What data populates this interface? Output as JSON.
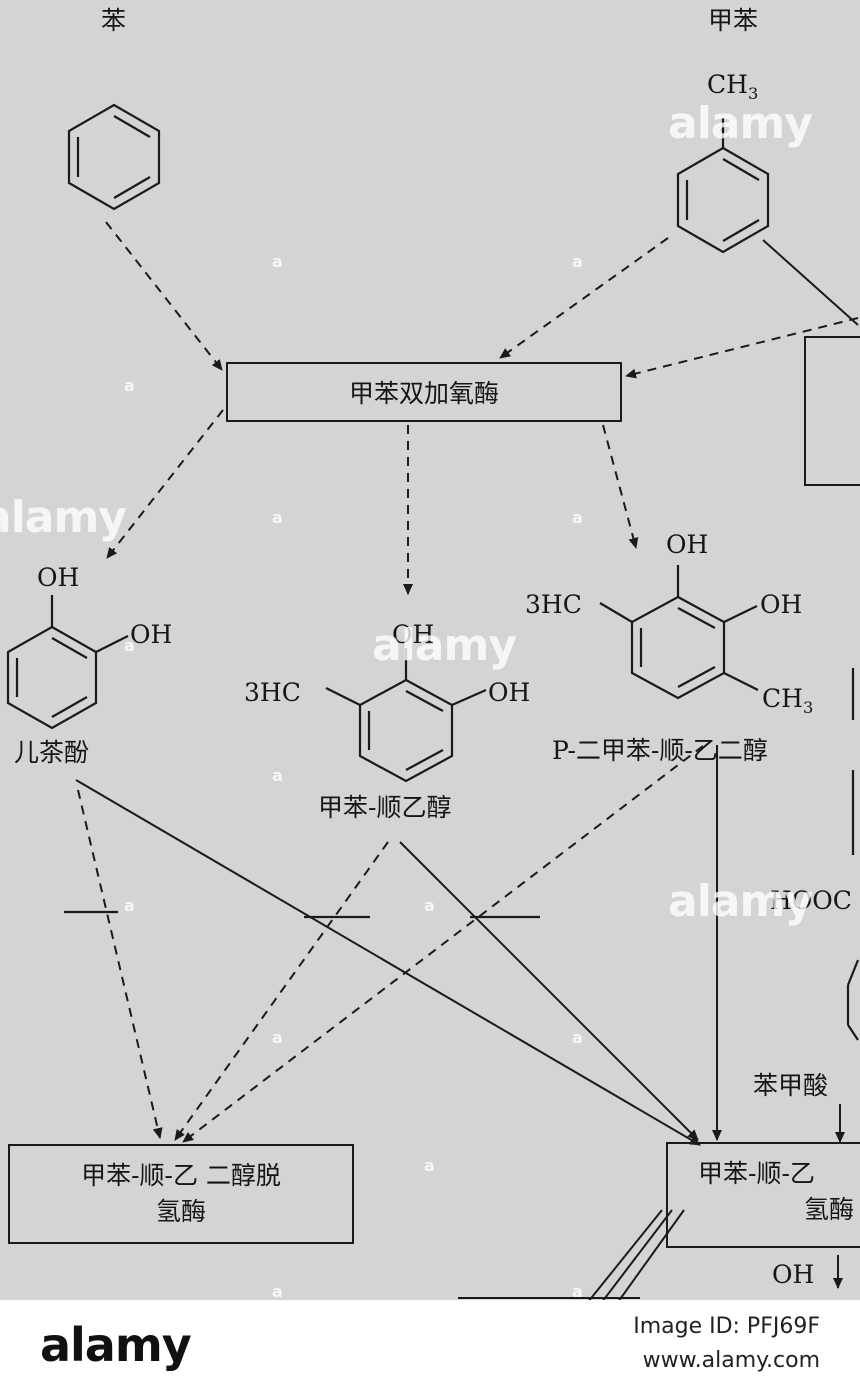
{
  "labels": {
    "benzene": "苯",
    "toluene": "甲苯",
    "ch3_top": "CH3",
    "catechol": "儿茶酚",
    "toluene_diol": "甲苯-顺乙醇",
    "p_diol": "P-二甲苯-顺-乙二醇",
    "benzoic_acid": "苯甲酸",
    "hooc": "HOOC"
  },
  "chem": {
    "oh": "OH",
    "ch3": "CH3",
    "hc3": "3HC"
  },
  "boxes": {
    "dioxygenase": "甲苯双加氧酶",
    "dehydrogenase_line1": "甲苯-顺-乙 二醇脱",
    "dehydrogenase_line2": "氢酶",
    "right_box_line1": "甲苯-顺-乙",
    "right_box_line2": "氢酶"
  },
  "watermark": {
    "brand": "alamy",
    "image_id": "Image ID: PFJ69F",
    "url": "www.alamy.com"
  },
  "colors": {
    "paper": "#d3d5d2",
    "ink": "#151515"
  }
}
